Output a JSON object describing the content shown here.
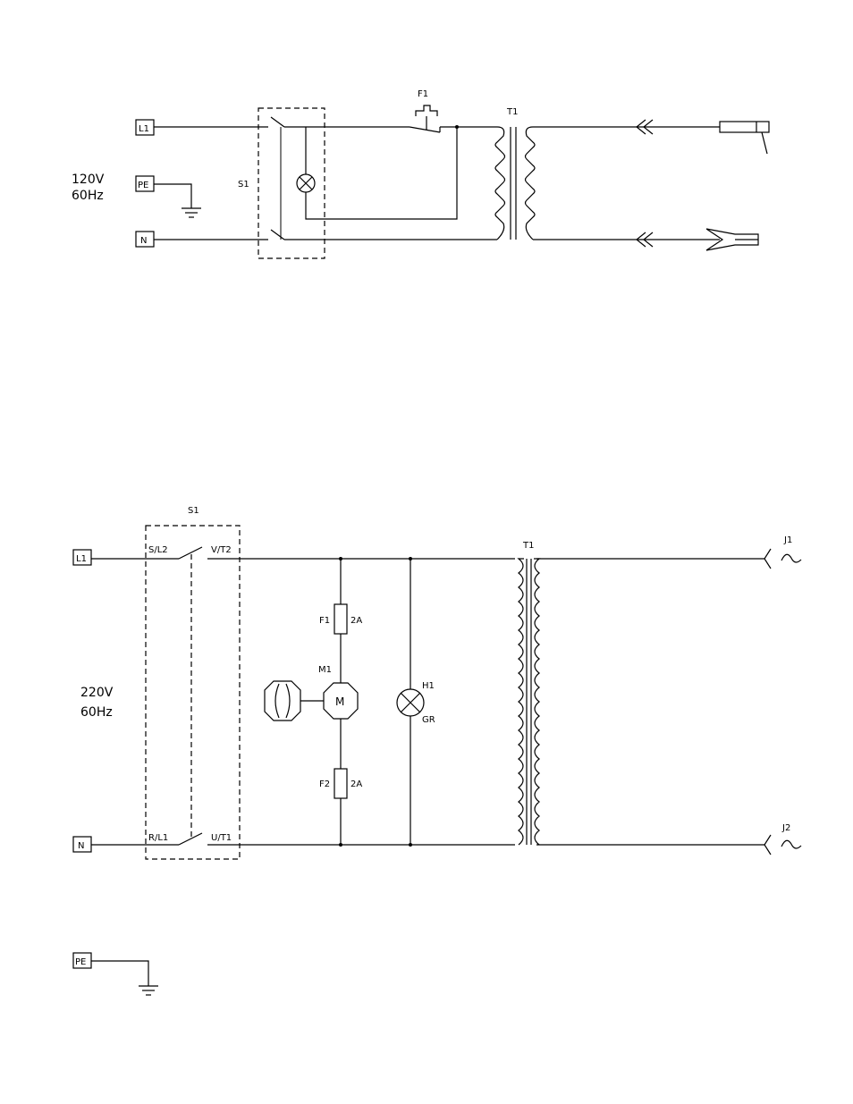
{
  "diagram_top": {
    "terminal_l1": "L1",
    "terminal_pe": "PE",
    "terminal_n": "N",
    "supply_voltage": "120V",
    "supply_frequency": "60Hz",
    "switch_label": "S1",
    "breaker_label": "F1",
    "transformer_label": "T1"
  },
  "diagram_bottom": {
    "terminal_l1": "L1",
    "terminal_n": "N",
    "terminal_pe": "PE",
    "supply_voltage": "220V",
    "supply_frequency": "60Hz",
    "switch_label": "S1",
    "switch_in_top": "S/L2",
    "switch_out_top": "V/T2",
    "switch_in_bottom": "R/L1",
    "switch_out_bottom": "U/T1",
    "fuse1_label": "F1",
    "fuse1_rating": "2A",
    "fuse2_label": "F2",
    "fuse2_rating": "2A",
    "motor_label": "M1",
    "motor_symbol": "M",
    "lamp_label": "H1",
    "lamp_color": "GR",
    "transformer_label": "T1",
    "output1_label": "J1",
    "output2_label": "J2"
  }
}
